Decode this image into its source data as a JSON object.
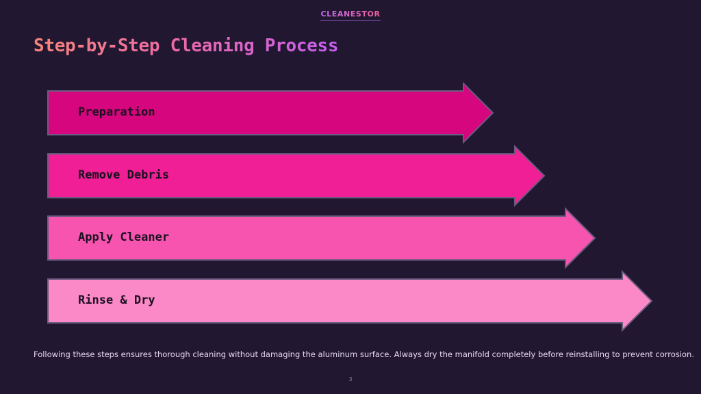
{
  "brand": {
    "logo_text": "CLEANESTOR"
  },
  "header": {
    "title": "Step-by-Step Cleaning Process"
  },
  "process": {
    "steps": [
      {
        "label": "Preparation",
        "color": "#d6077e"
      },
      {
        "label": "Remove Debris",
        "color": "#f01f95"
      },
      {
        "label": "Apply Cleaner",
        "color": "#f754b0"
      },
      {
        "label": "Rinse & Dry",
        "color": "#fb88c7"
      }
    ],
    "arrow_outline_color": "#6c5b80"
  },
  "footer": {
    "note": "Following these steps ensures thorough cleaning without damaging the aluminum surface. Always dry the manifold completely before reinstalling to prevent corrosion.",
    "page_number": "3"
  },
  "colors": {
    "background": "#221731",
    "title_gradient_start": "#f6857a",
    "title_gradient_end": "#c45ff0"
  }
}
